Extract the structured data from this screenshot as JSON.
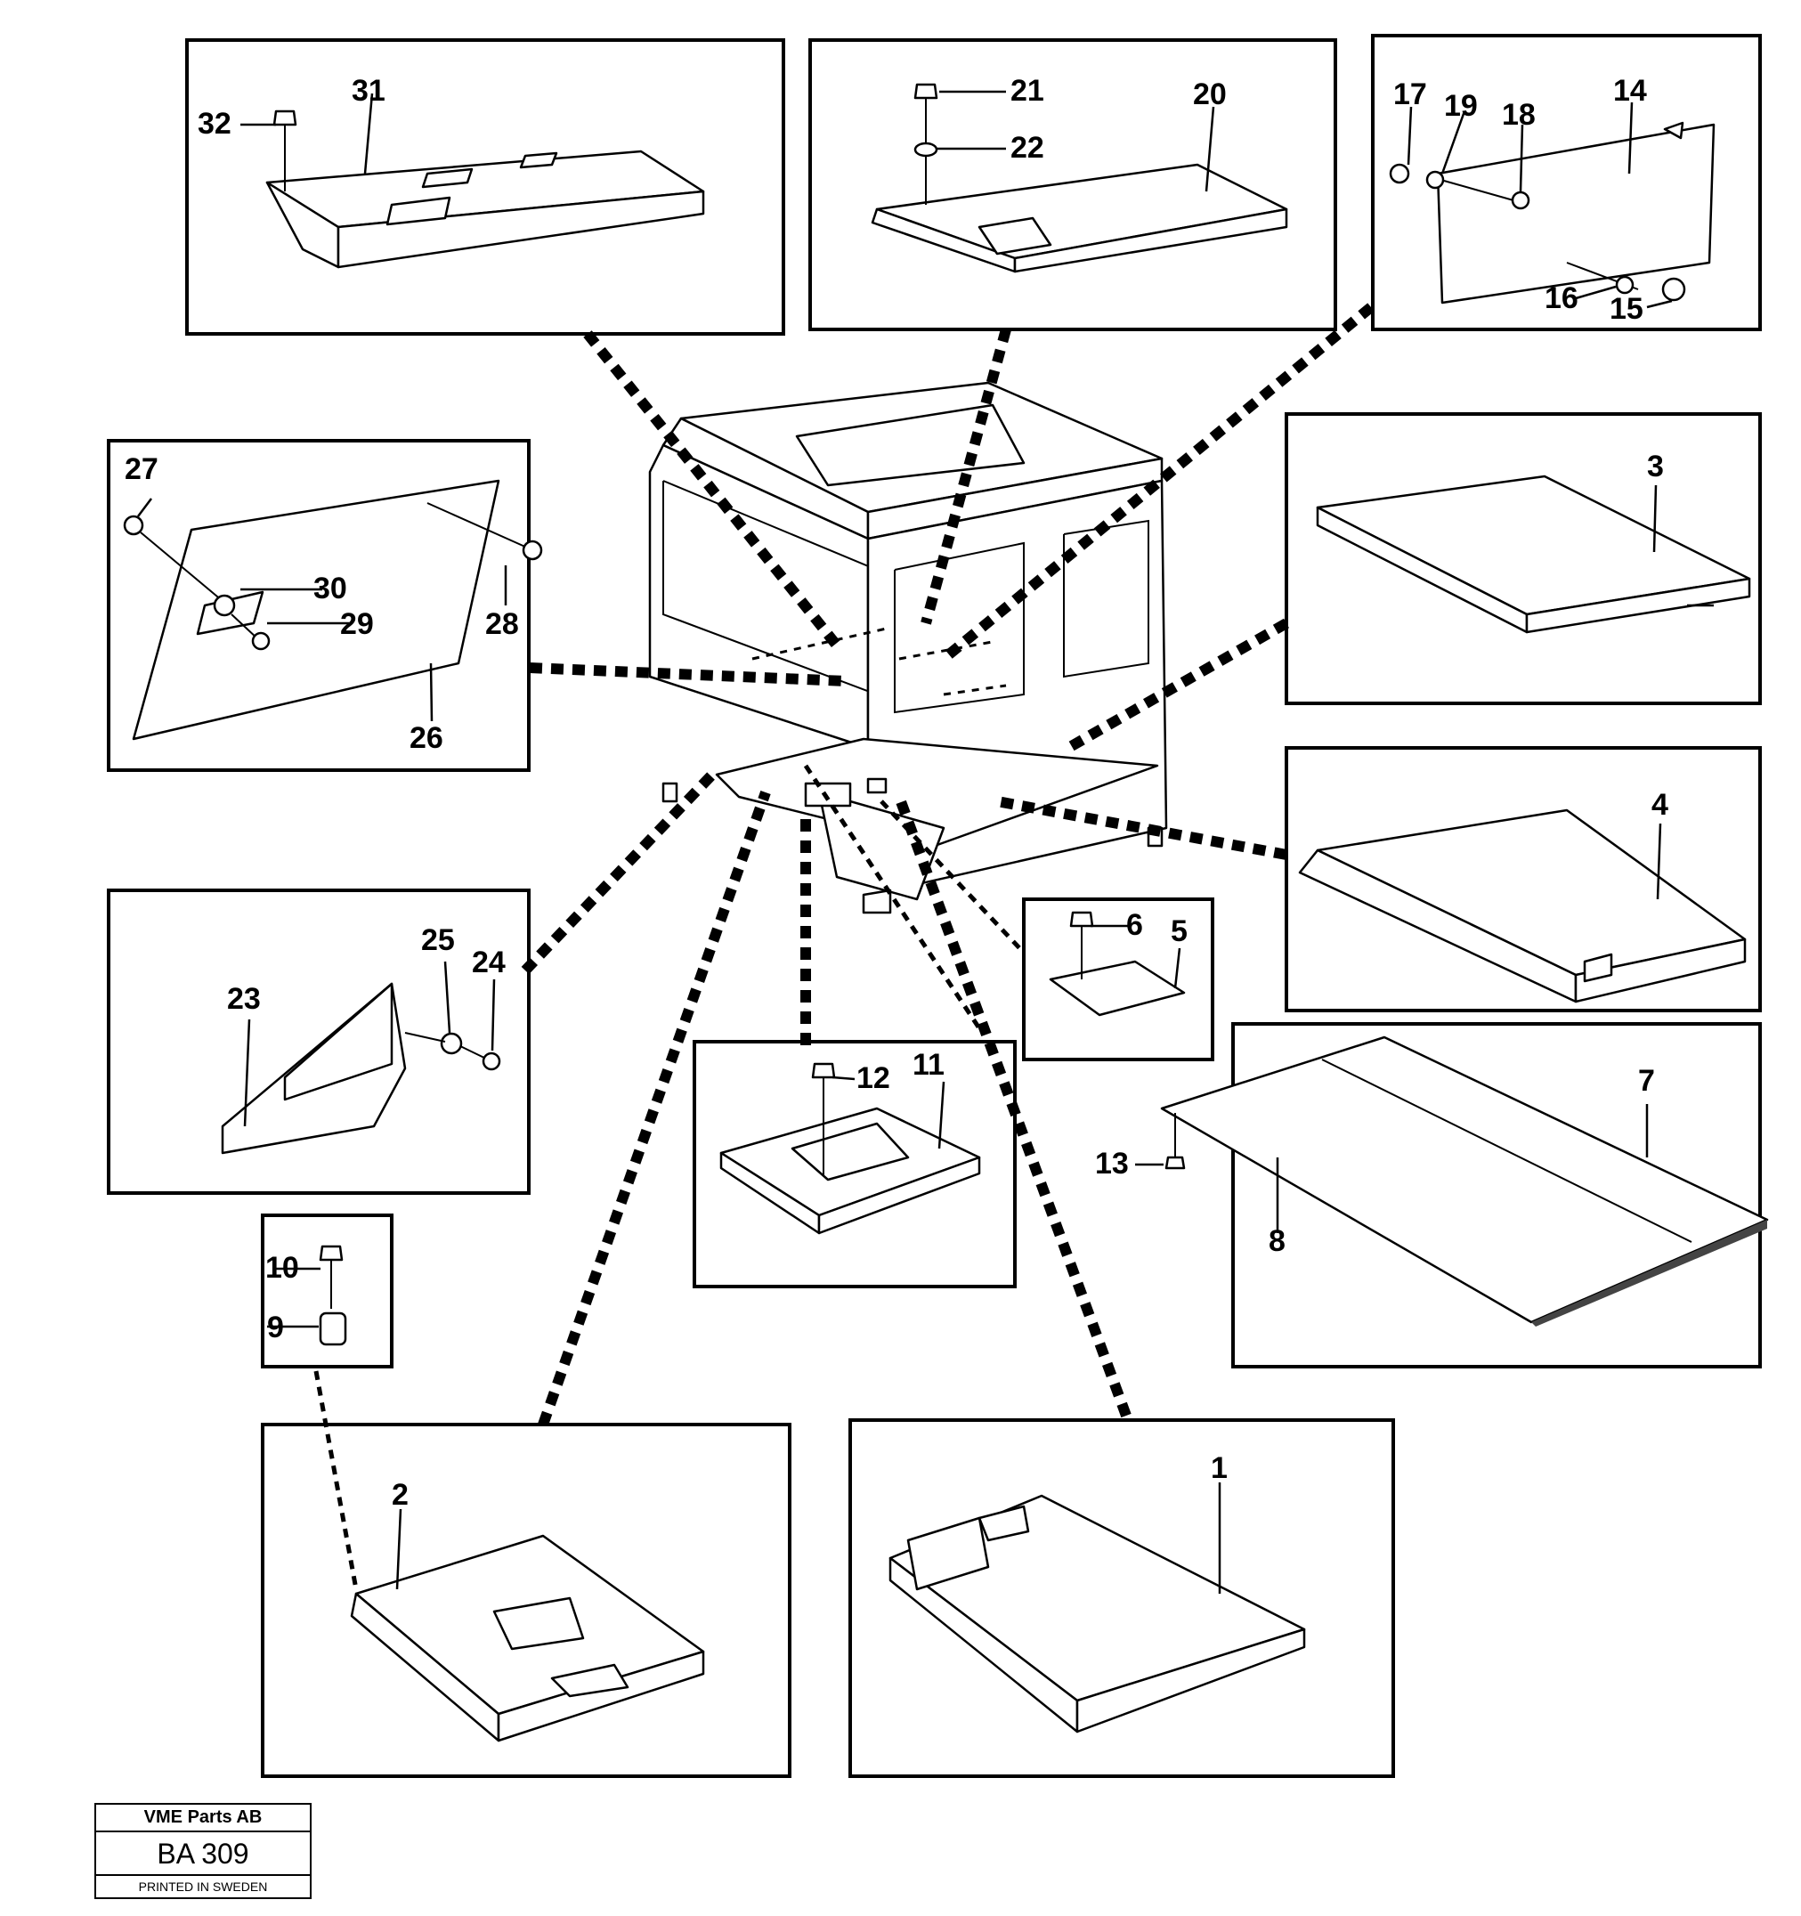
{
  "diagram": {
    "callouts": {
      "c1": "1",
      "c2": "2",
      "c3": "3",
      "c4": "4",
      "c5": "5",
      "c6": "6",
      "c7": "7",
      "c8": "8",
      "c9": "9",
      "c10": "10",
      "c11": "11",
      "c12": "12",
      "c13": "13",
      "c14": "14",
      "c15": "15",
      "c16": "16",
      "c17": "17",
      "c18": "18",
      "c19": "19",
      "c20": "20",
      "c21": "21",
      "c22": "22",
      "c23": "23",
      "c24": "24",
      "c25": "25",
      "c26": "26",
      "c27": "27",
      "c28": "28",
      "c29": "29",
      "c30": "30",
      "c31": "31",
      "c32": "32"
    }
  },
  "title_block": {
    "company": "VME Parts AB",
    "code": "BA 309",
    "printed": "PRINTED IN SWEDEN"
  }
}
